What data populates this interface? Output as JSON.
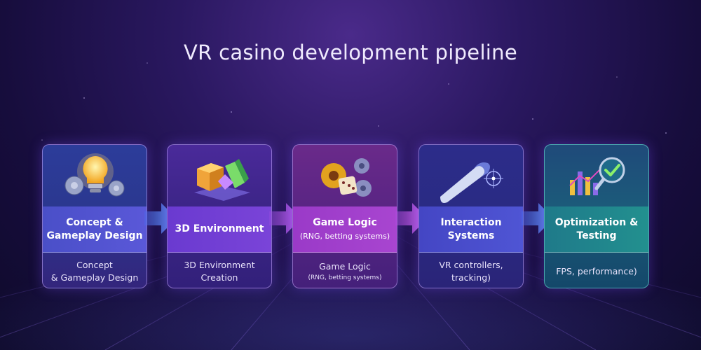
{
  "title": "VR casino development pipeline",
  "steps": [
    {
      "icon": "lightbulb-gears-icon",
      "label": "Concept & Gameplay Design",
      "sub": "",
      "desc_lines": [
        "Concept",
        "& Gameplay Design"
      ]
    },
    {
      "icon": "3d-shapes-icon",
      "label": "3D Environment",
      "sub": "",
      "desc_lines": [
        "3D Environment",
        "Creation"
      ]
    },
    {
      "icon": "gears-dice-icon",
      "label": "Game Logic",
      "sub": "(RNG, betting systems)",
      "desc_lines": [
        "Game Logic",
        "(RNG, betting systems)"
      ]
    },
    {
      "icon": "vr-controller-icon",
      "label": "Interaction Systems",
      "sub": "",
      "desc_lines": [
        "VR controllers,",
        "tracking)"
      ]
    },
    {
      "icon": "chart-magnifier-check-icon",
      "label": "Optimization & Testing",
      "sub": "",
      "desc_lines": [
        "FPS, performance)",
        ""
      ]
    }
  ],
  "colors": {
    "background": "#170d3d",
    "arrow_blue": "#5a8cff",
    "arrow_purple": "#c65cff",
    "accent_teal": "#2ad1c4"
  }
}
